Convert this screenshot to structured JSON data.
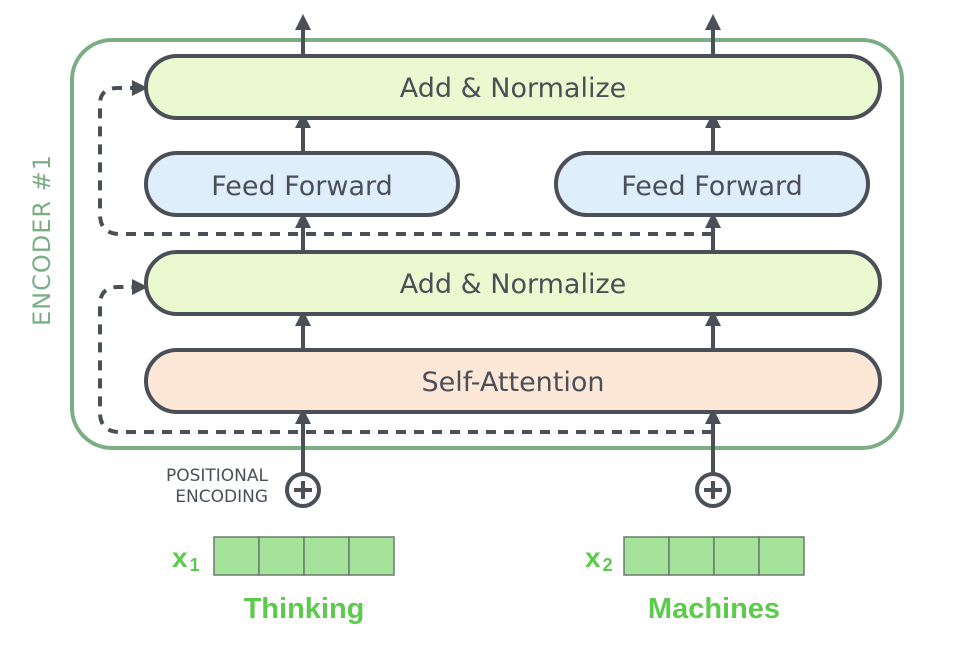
{
  "encoder": {
    "label": "ENCODER #1",
    "colors": {
      "frame": "#7cae86",
      "add_norm": "#eaf9cf",
      "feed_forward": "#dfeefb",
      "self_attention": "#fde8d8",
      "stroke": "#4a4f58",
      "word": "#5ccb4c",
      "vector_cell": "#a5e39a"
    },
    "add_normalize_top": "Add & Normalize",
    "feed_forward_left": "Feed Forward",
    "feed_forward_right": "Feed Forward",
    "add_normalize_bottom": "Add & Normalize",
    "self_attention": "Self-Attention"
  },
  "positional_encoding": {
    "line1": "POSITIONAL",
    "line2": "ENCODING",
    "icon": "plus-circle-icon"
  },
  "inputs": [
    {
      "symbol": "x",
      "subscript": "1",
      "word": "Thinking",
      "cells": 4
    },
    {
      "symbol": "x",
      "subscript": "2",
      "word": "Machines",
      "cells": 4
    }
  ]
}
